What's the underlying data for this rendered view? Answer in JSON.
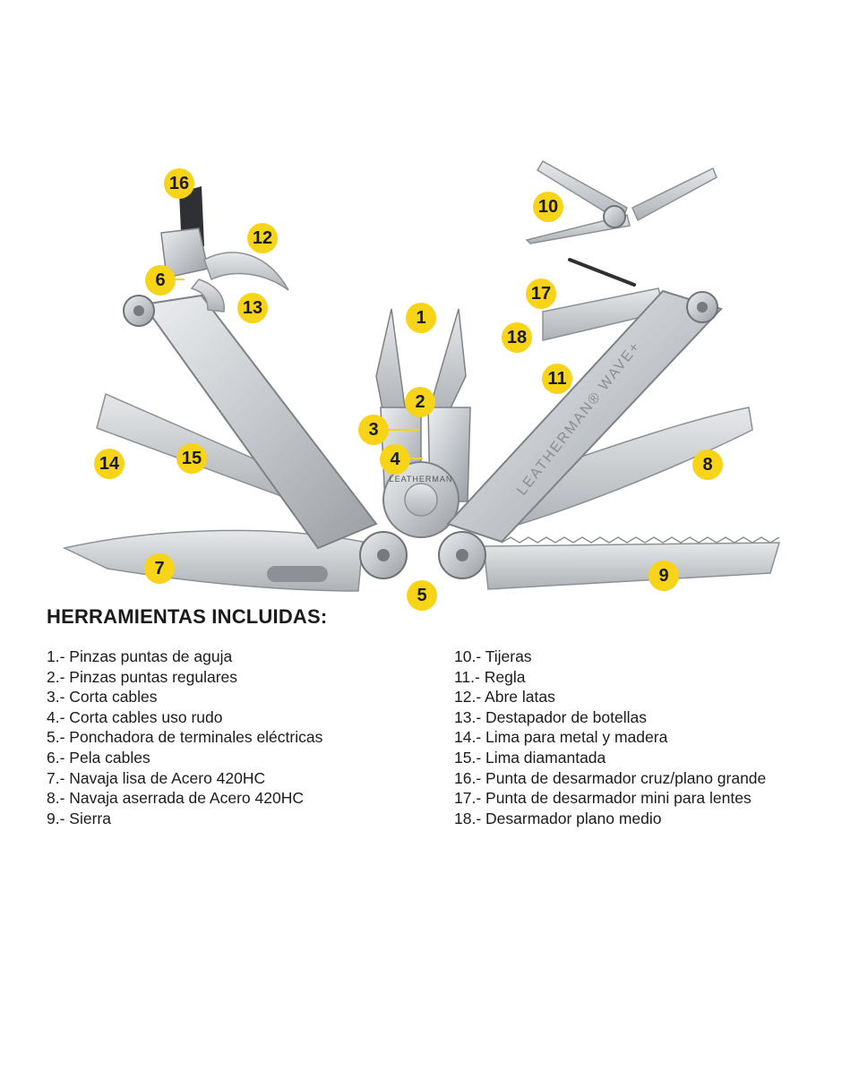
{
  "brand": {
    "handle_engraving": "LEATHERMAN® WAVE+",
    "pivot_engraving": "LEATHERMAN"
  },
  "colors": {
    "callout": "#f7d417",
    "steel_light": "#d9dcdf",
    "steel_mid": "#b6babe",
    "steel_dark": "#8d9196",
    "text": "#1c1c1c"
  },
  "callouts": [
    "1",
    "2",
    "3",
    "4",
    "5",
    "6",
    "7",
    "8",
    "9",
    "10",
    "11",
    "12",
    "13",
    "14",
    "15",
    "16",
    "17",
    "18"
  ],
  "section_title": "HERRAMIENTAS INCLUIDAS:",
  "tools_left": [
    "1.- Pinzas puntas de aguja",
    "2.- Pinzas puntas regulares",
    "3.- Corta cables",
    "4.- Corta cables uso rudo",
    "5.- Ponchadora de terminales eléctricas",
    "6.- Pela cables",
    "7.- Navaja lisa de Acero 420HC",
    "8.- Navaja aserrada de Acero 420HC",
    "9.- Sierra"
  ],
  "tools_right": [
    "10.- Tijeras",
    "11.- Regla",
    "12.- Abre latas",
    "13.- Destapador de botellas",
    "14.- Lima para metal y madera",
    "15.- Lima diamantada",
    "16.- Punta de desarmador cruz/plano grande",
    "17.- Punta de desarmador mini para lentes",
    "18.- Desarmador plano medio"
  ]
}
